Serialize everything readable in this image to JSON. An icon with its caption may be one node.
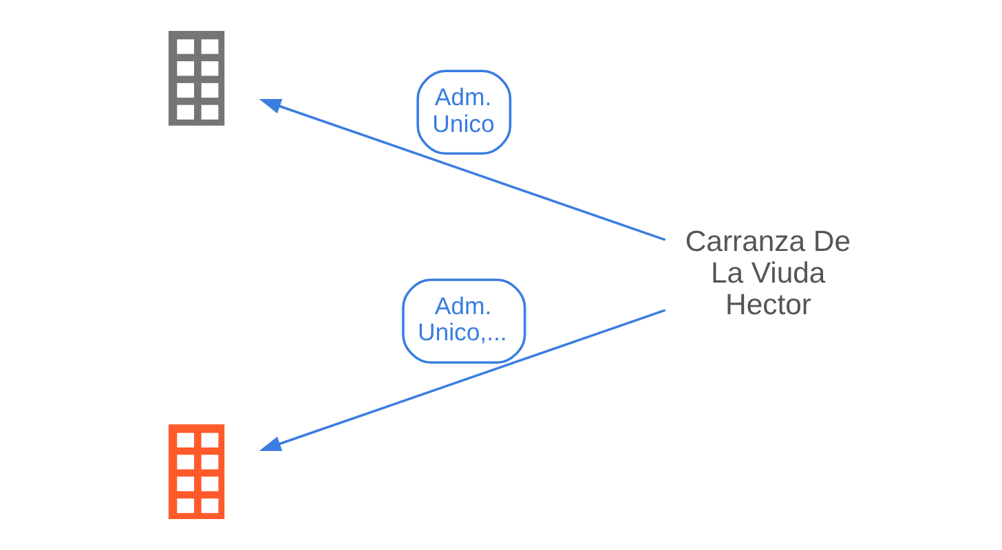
{
  "diagram": {
    "nodes": [
      {
        "text": [],
        "shape": "building"
      },
      {
        "text": [
          "Carranza De La Viuda Hector"
        ]
      },
      {
        "text": [],
        "shape": "building"
      }
    ],
    "edges": [
      {
        "from": 1,
        "to": 0,
        "arrow": "to",
        "label": "Adm. Unico"
      },
      {
        "from": 1,
        "to": 2,
        "arrow": "to",
        "label": "Adm. Unico,..."
      }
    ]
  }
}
